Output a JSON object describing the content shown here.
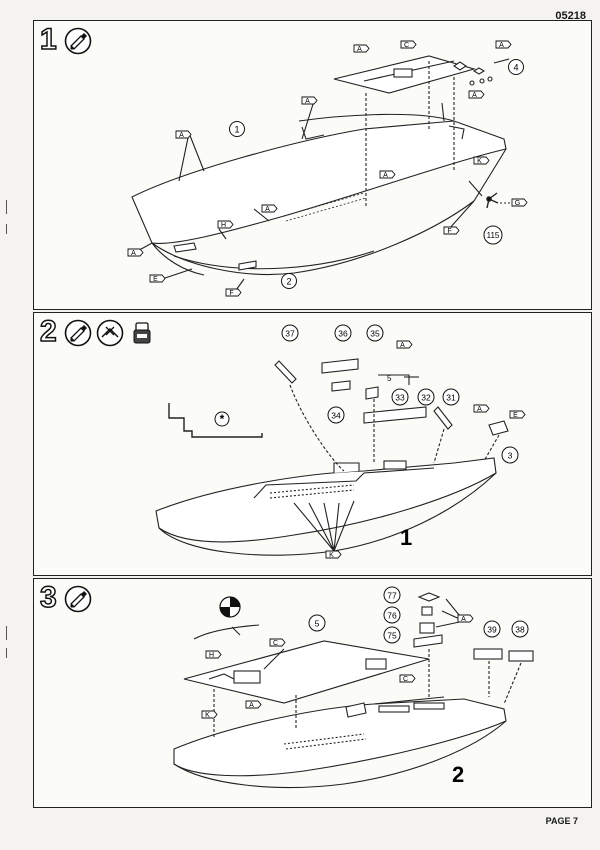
{
  "header": {
    "doc_code": "05218"
  },
  "footer": {
    "page_label": "PAGE 7"
  },
  "steps": [
    {
      "number": "1",
      "icons": [
        "glue-tube-icon"
      ],
      "tags": [
        "A",
        "C",
        "A",
        "A",
        "A",
        "K",
        "A",
        "A",
        "H",
        "A",
        "A",
        "F",
        "E",
        "F",
        "G"
      ],
      "parts": [
        "1",
        "2",
        "4",
        "115"
      ]
    },
    {
      "number": "2",
      "icons": [
        "glue-tube-icon",
        "cut-sprue-icon",
        "decal-water-icon"
      ],
      "callout_marker": "*",
      "tags": [
        "A",
        "A",
        "E",
        "K"
      ],
      "parts": [
        "37",
        "36",
        "35",
        "34",
        "33",
        "32",
        "31",
        "3"
      ],
      "leader_label": "5",
      "subassembly_label": "1"
    },
    {
      "number": "3",
      "icons": [
        "glue-tube-icon"
      ],
      "tags": [
        "C",
        "H",
        "K",
        "A",
        "C",
        "A"
      ],
      "parts": [
        "5",
        "77",
        "76",
        "75",
        "39",
        "38"
      ],
      "subassembly_label": "2"
    }
  ]
}
